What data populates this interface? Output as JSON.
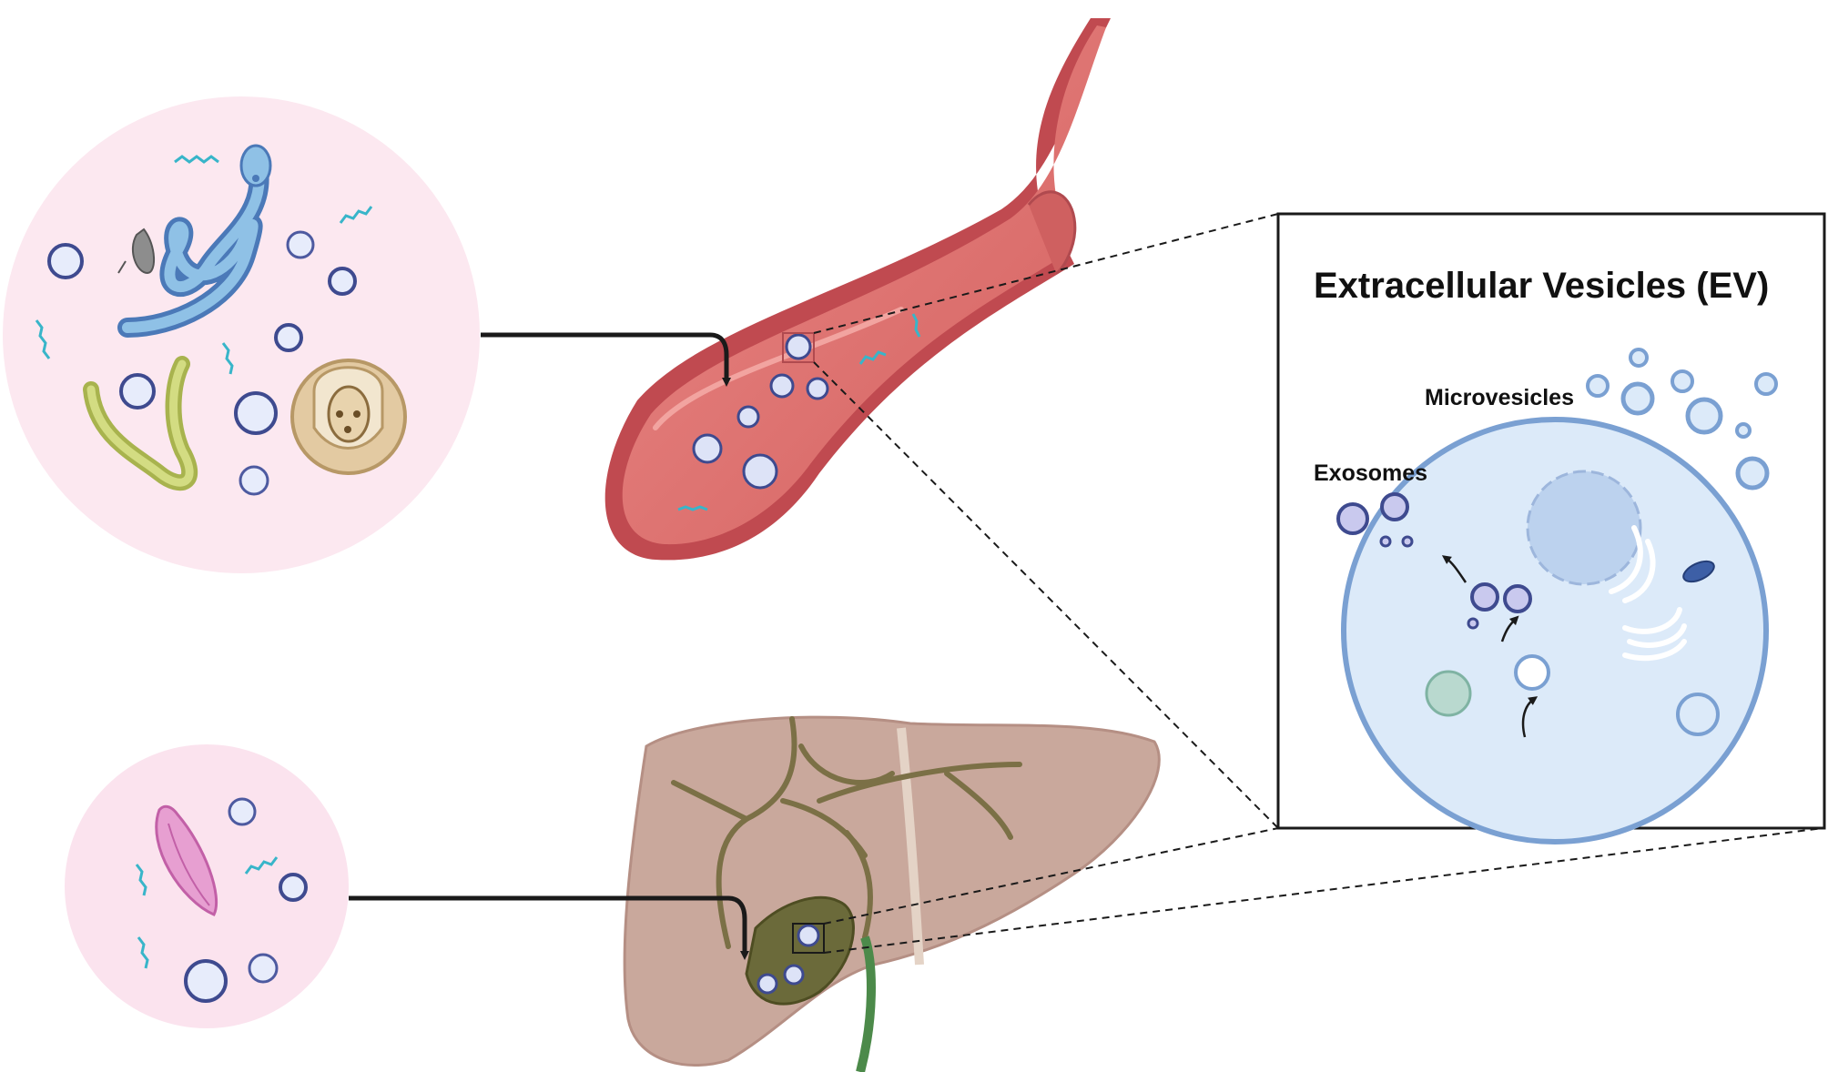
{
  "diagram": {
    "title": "Extracellular Vesicles (EV)",
    "labels": {
      "microvesicles": "Microvesicles",
      "exosomes": "Exosomes"
    },
    "colors": {
      "blood_pool_bg": "#fce8f0",
      "bile_pool_bg": "#fbe3ee",
      "vessel": "#dc6e6e",
      "vessel_dark": "#b94f53",
      "liver": "#c9a89c",
      "bile_duct": "#7b7046",
      "cell_fill": "#dceaf9",
      "cell_stroke": "#7aa0d2",
      "vesicle_stroke": "#3e4a8f",
      "arrow": "#1a1a1a"
    },
    "icons": [
      "nematode-icon",
      "roundworm-icon",
      "protozoan-icon",
      "cyst-icon",
      "liver-fluke-icon",
      "rna-icon",
      "vesicle-icon",
      "nucleus-icon",
      "golgi-icon",
      "mitochondrion-icon",
      "multivesicular-body-icon"
    ]
  }
}
